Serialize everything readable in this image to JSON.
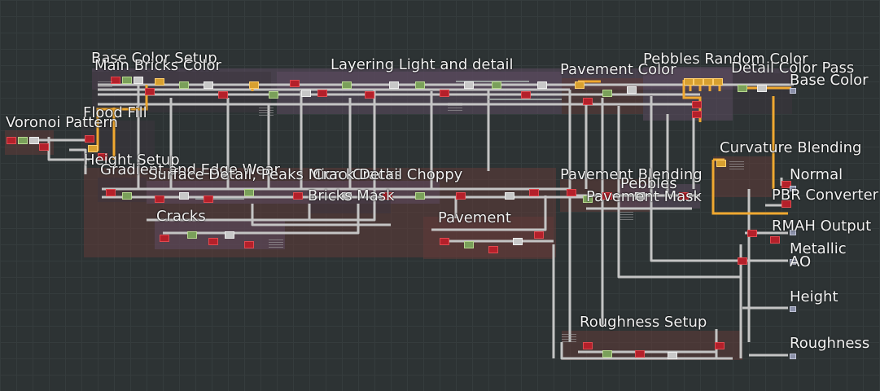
{
  "graph": {
    "frames": [
      {
        "id": "base-color-setup",
        "title": "Base Color Setup"
      },
      {
        "id": "main-bricks-color",
        "title": "Main Bricks Color"
      },
      {
        "id": "layering-light-detail",
        "title": "Layering Light and detail"
      },
      {
        "id": "pavement-color",
        "title": "Pavement Color"
      },
      {
        "id": "pebbles-random-color",
        "title": "Pebbles Random Color"
      },
      {
        "id": "detail-color-pass",
        "title": "Detail Color Pass"
      },
      {
        "id": "flood-fill",
        "title": "Flood Fill"
      },
      {
        "id": "voronoi-pattern",
        "title": "Voronoi Pattern"
      },
      {
        "id": "height-setup",
        "title": "Height Setup"
      },
      {
        "id": "gradient-edge-wear",
        "title": "Gradient and Edge Wear"
      },
      {
        "id": "surface-detail",
        "title": "Surface Detail, Peaks Micro Cracks"
      },
      {
        "id": "crack-detail-choppy",
        "title": "Crack Detail Choppy"
      },
      {
        "id": "bricks-mask",
        "title": "Bricks Mask"
      },
      {
        "id": "cracks",
        "title": "Cracks"
      },
      {
        "id": "pavement",
        "title": "Pavement"
      },
      {
        "id": "pavement-blending",
        "title": "Pavement Blending"
      },
      {
        "id": "pebbles",
        "title": "Pebbles"
      },
      {
        "id": "pavement-mask",
        "title": "Pavement Mask"
      },
      {
        "id": "curvature-blending",
        "title": "Curvature Blending"
      },
      {
        "id": "pbr-converter",
        "title": "PBR Converter"
      },
      {
        "id": "rmah-output",
        "title": "RMAH Output"
      },
      {
        "id": "roughness-setup",
        "title": "Roughness Setup"
      }
    ],
    "outputs": [
      {
        "id": "base-color",
        "label": "Base Color"
      },
      {
        "id": "normal",
        "label": "Normal"
      },
      {
        "id": "metallic",
        "label": "Metallic"
      },
      {
        "id": "ao",
        "label": "AO"
      },
      {
        "id": "height",
        "label": "Height"
      },
      {
        "id": "roughness",
        "label": "Roughness"
      }
    ]
  },
  "colors": {
    "canvas": "#2d3334",
    "wire": "#c4c4c4",
    "wire_active": "#f0a830",
    "frame_purple": "#5c4a60",
    "frame_red": "#603a38"
  }
}
